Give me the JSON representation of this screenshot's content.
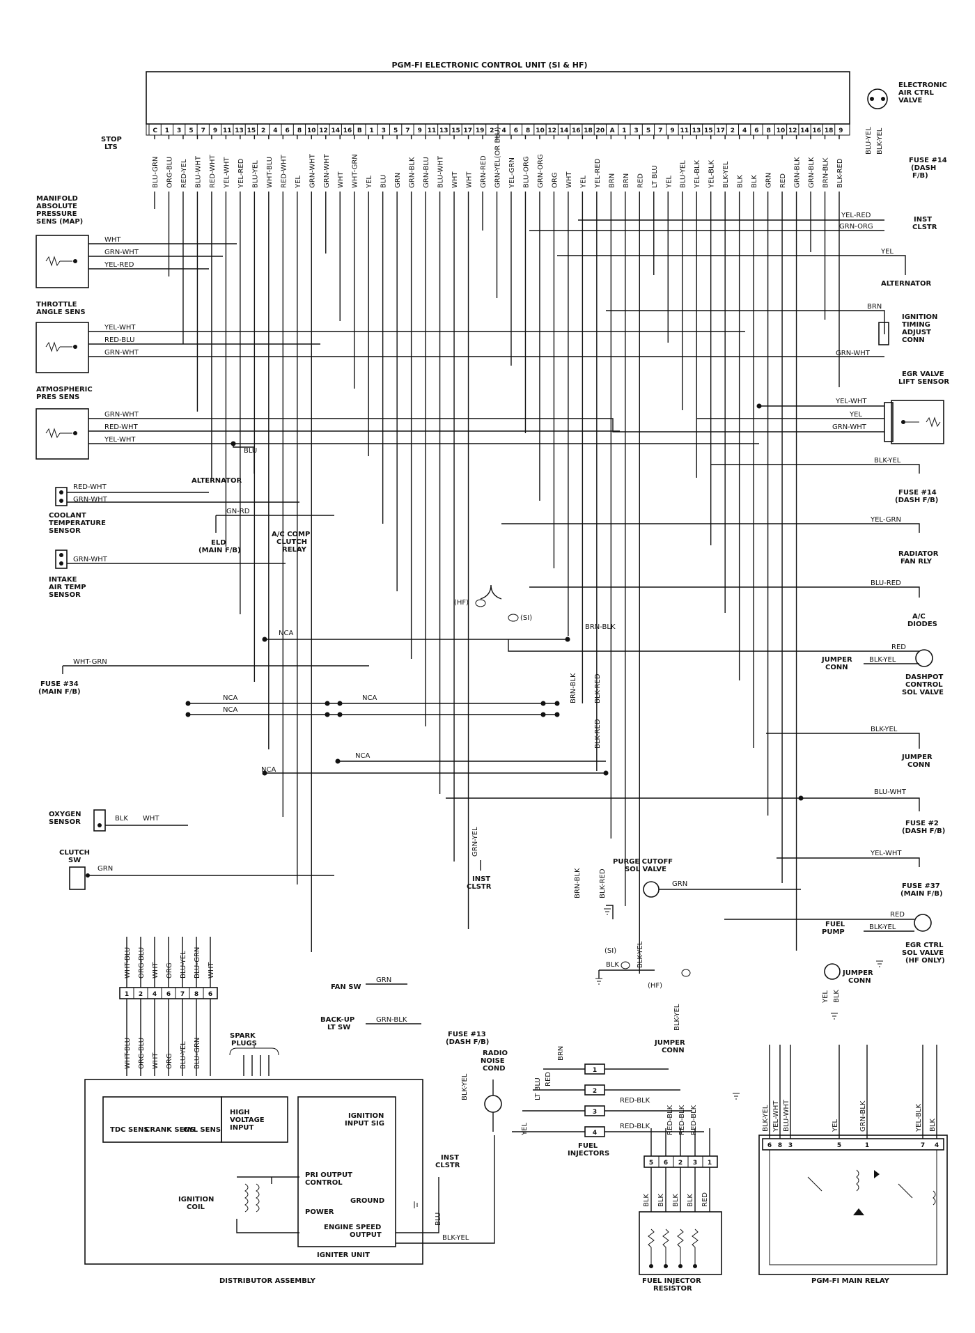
{
  "ecu": {
    "title": "PGM-FI ELECTRONIC CONTROL UNIT (SI & HF)",
    "pins_c": [
      "C",
      "1",
      "3",
      "5",
      "7",
      "9",
      "11",
      "13",
      "15"
    ],
    "pins_d": [
      "2",
      "4",
      "6",
      "8",
      "10",
      "12",
      "14",
      "16"
    ],
    "pins_b": [
      "B",
      "1",
      "3",
      "5",
      "7",
      "9",
      "11",
      "13",
      "15",
      "17",
      "19"
    ],
    "pins_b2": [
      "2",
      "4",
      "6",
      "8",
      "10",
      "12",
      "14",
      "16",
      "18",
      "20"
    ],
    "pins_a": [
      "A",
      "1",
      "3",
      "5",
      "7",
      "9",
      "11",
      "13",
      "15",
      "17"
    ],
    "pins_a2": [
      "2",
      "4",
      "6",
      "8",
      "10",
      "12",
      "14",
      "16",
      "18",
      "9"
    ],
    "top_wires_left": [
      "BLU-GRN",
      "ORG-BLU",
      "RED-YEL",
      "BLU-WHT",
      "RED-WHT",
      "YEL-WHT",
      "YEL-RED",
      "BLU-YEL",
      "WHT-BLU",
      "RED-WHT",
      "YEL",
      "GRN-WHT",
      "GRN-WHT",
      "WHT"
    ],
    "top_wires_mid": [
      "WHT-GRN",
      "YEL",
      "BLU",
      "GRN",
      "GRN-BLK",
      "GRN-BLU",
      "BLU-WHT",
      "WHT",
      "WHT",
      "GRN-RED",
      "GRN-YEL(OR BLU)",
      "YEL-GRN",
      "BLU-ORG",
      "GRN-ORG",
      "ORG",
      "WHT",
      "YEL",
      "YEL-RED",
      "BRN"
    ],
    "top_wires_right": [
      "BRN",
      "RED",
      "LT BLU",
      "YEL",
      "BLU-YEL",
      "YEL-BLK",
      "YEL-BLK",
      "BLK-YEL",
      "BLK",
      "BLK",
      "GRN",
      "RED",
      "GRN-BLK",
      "GRN-BLK",
      "BRN-BLK",
      "BLK-RED"
    ]
  },
  "components": {
    "electronic_air_ctrl_valve": "ELECTRONIC AIR CTRL VALVE",
    "fuse14_top": "FUSE #14 (DASH F/B)",
    "stop_lts": "STOP LTS",
    "map_sensor": "MANIFOLD ABSOLUTE PRESSURE SENS (MAP)",
    "inst_clstr_top": "INST CLSTR",
    "alternator_right": "ALTERNATOR",
    "throttle_sens": "THROTTLE ANGLE SENS",
    "ignition_timing": "IGNITION TIMING ADJUST CONN",
    "egr_lift": "EGR VALVE LIFT SENSOR",
    "atmo_sens": "ATMOSPHERIC PRES SENS",
    "alternator_left": "ALTERNATOR",
    "fuse14_mid": "FUSE #14 (DASH F/B)",
    "coolant": "COOLANT TEMPERATURE SENSOR",
    "eld": "ELD (MAIN F/B)",
    "ac_comp": "A/C COMP CLUTCH RELAY",
    "radiator": "RADIATOR FAN RLY",
    "intake_air": "INTAKE AIR TEMP SENSOR",
    "ac_diodes": "A/C DIODES",
    "fuse34": "FUSE #34 (MAIN F/B)",
    "jumper_conn_dashpot": "JUMPER CONN",
    "dashpot": "DASHPOT CONTROL SOL VALVE",
    "jumper_conn_right": "JUMPER CONN",
    "oxygen": "OXYGEN SENSOR",
    "fuse2": "FUSE #2 (DASH F/B)",
    "clutch_sw": "CLUTCH SW",
    "inst_clstr_mid": "INST CLSTR",
    "purge": "PURGE CUTOFF SOL VALVE",
    "fuse37": "FUSE #37 (MAIN F/B)",
    "fuel_pump": "FUEL PUMP",
    "egr_ctrl": "EGR CTRL SOL VALVE (HF ONLY)",
    "jumper_conn_egr": "JUMPER CONN",
    "fan_sw": "FAN SW",
    "backup_lt": "BACK-UP LT SW",
    "jumper_conn_mid": "JUMPER CONN",
    "fuse13": "FUSE #13 (DASH F/B)",
    "radio_noise": "RADIO NOISE COND",
    "spark_plugs": "SPARK PLUGS",
    "fuel_injectors": "FUEL INJECTORS",
    "fuel_inj_resistor": "FUEL INJECTOR RESISTOR",
    "pgm_relay": "PGM-FI MAIN RELAY",
    "distributor": "DISTRIBUTOR ASSEMBLY",
    "tdc": "TDC SENS",
    "crank": "CRANK SENS",
    "cyl": "CYL SENS",
    "high_voltage": "HIGH VOLTAGE INPUT",
    "ignition_input": "IGNITION INPUT SIG",
    "pri_output": "PRI OUTPUT CONTROL",
    "ground": "GROUND",
    "power": "POWER",
    "engine_speed": "ENGINE SPEED OUTPUT",
    "igniter": "IGNITER UNIT",
    "ignition_coil": "IGNITION COIL",
    "inst_clstr_bottom": "INST CLSTR"
  },
  "wire_labels": {
    "grn_wht": "GRN-WHT",
    "wht": "WHT",
    "yel_red": "YEL-RED",
    "grn_org": "GRN-ORG",
    "yel": "YEL",
    "brn": "BRN",
    "yel_wht": "YEL-WHT",
    "red_blu": "RED-BLU",
    "red_wht": "RED-WHT",
    "blu": "BLU",
    "blk_yel": "BLK-YEL",
    "gn_rd": "GN-RD",
    "yel_grn": "YEL-GRN",
    "blu_red": "BLU-RED",
    "nca": "NCA",
    "wht_grn": "WHT-GRN",
    "brn_blk": "BRN-BLK",
    "blk_red": "BLK-RED",
    "red": "RED",
    "blu_wht": "BLU-WHT",
    "blk": "BLK",
    "grn": "GRN",
    "grn_yel": "GRN-YEL",
    "grn_blk": "GRN-BLK",
    "red_blk": "RED-BLK",
    "lt_blu": "LT BLU",
    "hf": "(HF)",
    "si": "(SI)",
    "blu_yel": "BLU-YEL",
    "wht_blu": "WHT-BLU",
    "org_blu": "ORG-BLU",
    "org": "ORG",
    "blu_grn": "BLU-GRN",
    "yel_blk": "YEL-BLK"
  },
  "dist_connector_pins": [
    "1",
    "2",
    "4",
    "6",
    "7",
    "8",
    "6"
  ],
  "injector_nums": [
    "1",
    "2",
    "3",
    "4"
  ],
  "resistor_pins": [
    "5",
    "6",
    "2",
    "3",
    "1"
  ],
  "resistor_wires": [
    "BLK",
    "BLK",
    "BLK",
    "BLK",
    "RED"
  ],
  "relay_pins": [
    "6",
    "8",
    "3",
    "5",
    "1",
    "7",
    "4"
  ],
  "relay_wires": [
    "BLK-YEL",
    "YEL-WHT",
    "BLU-WHT",
    "YEL",
    "GRN-BLK",
    "YEL-BLK",
    "BLK"
  ]
}
